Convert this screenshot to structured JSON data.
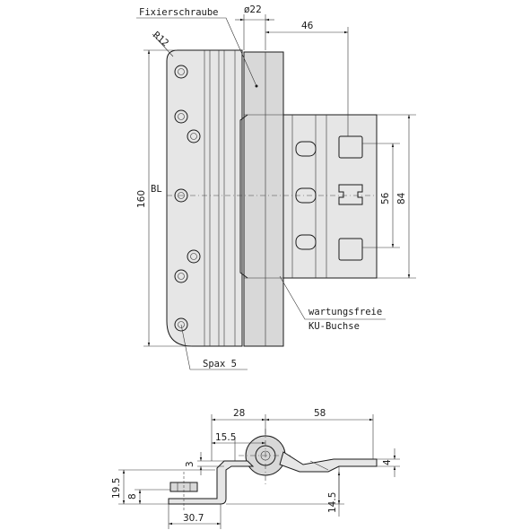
{
  "labels": {
    "set_screw": "Fixierschraube",
    "radius": "R12",
    "frame_line": "BL",
    "bushing_line1": "wartungsfreie",
    "bushing_line2": "KU-Buchse",
    "screw": "Spax 5"
  },
  "dimensions": {
    "diameter": "ø22",
    "offset_46": "46",
    "height_160": "160",
    "height_84": "84",
    "height_56": "56",
    "width_28": "28",
    "width_58": "58",
    "width_15_5": "15.5",
    "thick_3": "3",
    "thick_4": "4",
    "height_19_5": "19.5",
    "height_8": "8",
    "height_14_5": "14.5",
    "width_30_7": "30.7"
  }
}
